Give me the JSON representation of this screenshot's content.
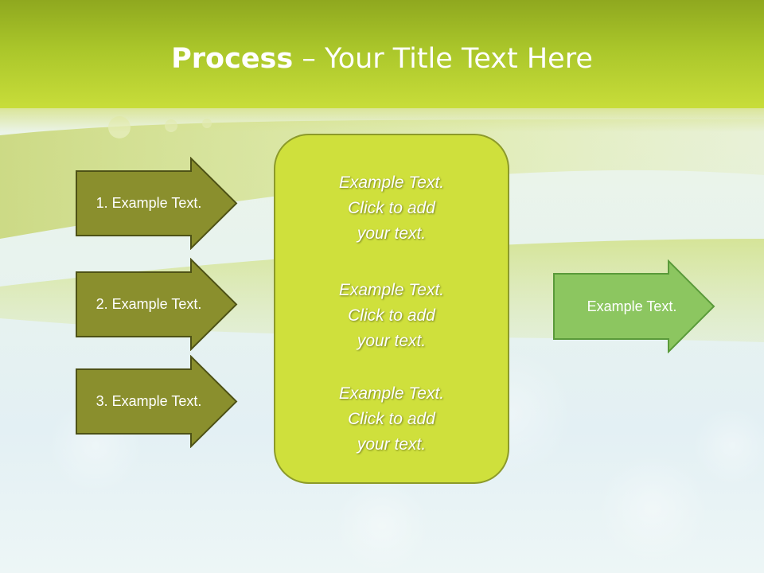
{
  "slide": {
    "title_bold": "Process",
    "title_rest": " – Your Title Text Here"
  },
  "steps": [
    {
      "label": "1. Example Text."
    },
    {
      "label": "2. Example Text."
    },
    {
      "label": "3. Example Text."
    }
  ],
  "center_box": {
    "paragraphs": [
      {
        "lines": [
          "Example Text.",
          "Click  to add",
          "your text."
        ]
      },
      {
        "lines": [
          "Example Text.",
          "Click  to add",
          "your text."
        ]
      },
      {
        "lines": [
          "Example Text.",
          "Click  to add",
          "your text."
        ]
      }
    ]
  },
  "output": {
    "label": "Example Text."
  },
  "colors": {
    "header": "#aac62a",
    "step_arrow_fill": "#8a8f2d",
    "step_arrow_border": "#4e5216",
    "center_box_fill": "#cfe03c",
    "output_arrow_fill": "#8cc660",
    "output_arrow_border": "#5a9a3a"
  }
}
